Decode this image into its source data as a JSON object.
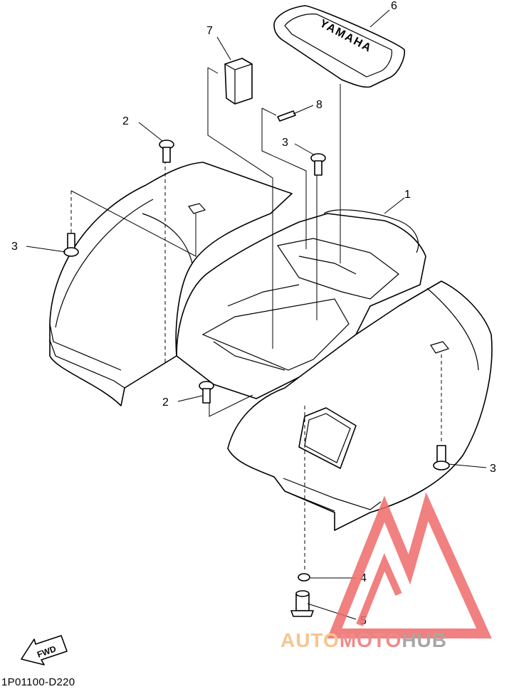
{
  "diagram": {
    "callouts": [
      {
        "id": "1",
        "label": "1"
      },
      {
        "id": "2a",
        "label": "2"
      },
      {
        "id": "2b",
        "label": "2"
      },
      {
        "id": "3a",
        "label": "3"
      },
      {
        "id": "3b",
        "label": "3"
      },
      {
        "id": "3c",
        "label": "3"
      },
      {
        "id": "4",
        "label": "4"
      },
      {
        "id": "5",
        "label": "5"
      },
      {
        "id": "6",
        "label": "6"
      },
      {
        "id": "7",
        "label": "7"
      },
      {
        "id": "8",
        "label": "8"
      }
    ],
    "logo_text": "YAMAHA",
    "fwd_label": "FWD",
    "part_code": "1P01100-D220"
  },
  "watermark": {
    "part1": "AUTO",
    "part2": "MOTO",
    "part3": "HUB",
    "colors": {
      "auto": "#f7c48f",
      "moto": "#f08a8a",
      "hub": "#a7a7a7",
      "triangle": "#ef6b6b"
    }
  }
}
